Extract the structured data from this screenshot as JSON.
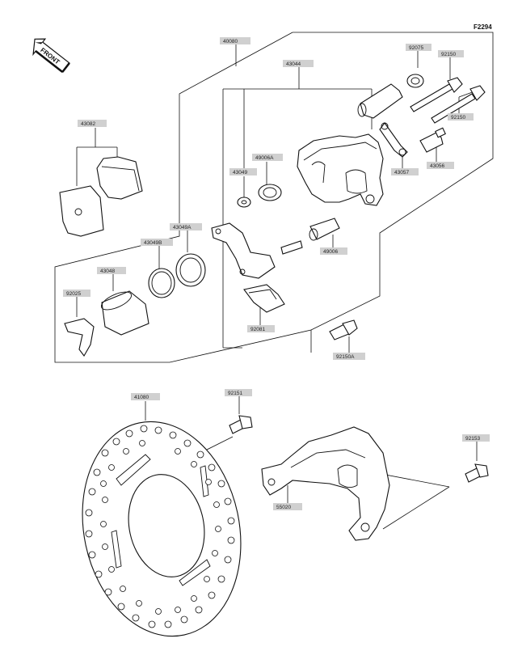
{
  "figure_code": "F2294",
  "front_label": "FRONT",
  "parts": {
    "p40080": "40080",
    "p43044": "43044",
    "p92075": "92075",
    "p92150a": "92150",
    "p92150b": "92150",
    "p43082": "43082",
    "p49006A": "49006A",
    "p43049": "43049",
    "p43057": "43057",
    "p43056": "43056",
    "p43049A": "43049A",
    "p43049B": "43049B",
    "p43048": "43048",
    "p49006": "49006",
    "p92025": "92025",
    "p92081": "92081",
    "p92150A": "92150A",
    "p41080": "41080",
    "p92151": "92151",
    "p92153": "92153",
    "p55020": "55020"
  }
}
